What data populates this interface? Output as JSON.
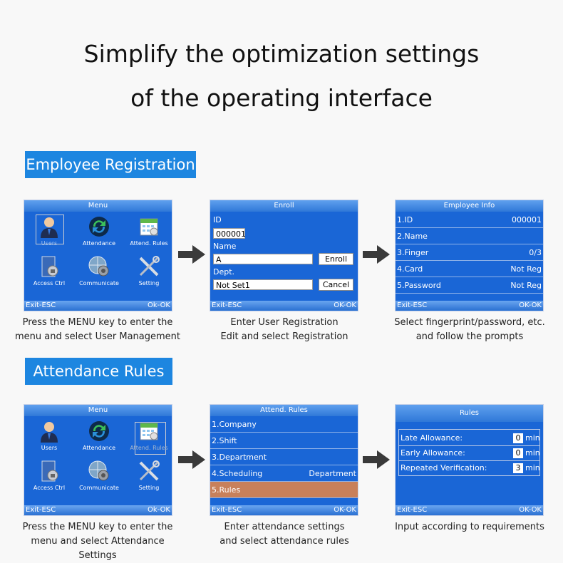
{
  "heading": {
    "line1": "Simplify the optimization settings",
    "line2": "of the operating interface"
  },
  "sections": {
    "registration": "Employee Registration",
    "attendance": "Attendance Rules"
  },
  "footer": {
    "exit": "Exit-ESC",
    "ok": "Ok-OK",
    "ok_alt": "OK-OK"
  },
  "menu": {
    "title": "Menu",
    "items": [
      "Users",
      "Attendance",
      "Attend. Rules",
      "Access Ctrl",
      "Communicate",
      "Setting"
    ]
  },
  "enroll": {
    "title": "Enroll",
    "id_label": "ID",
    "id_value": "000001",
    "name_label": "Name",
    "name_value": "A",
    "dept_label": "Dept.",
    "dept_value": "Not Set1",
    "enroll_btn": "Enroll",
    "cancel_btn": "Cancel"
  },
  "employee_info": {
    "title": "Employee Info",
    "rows": [
      {
        "label": "1.ID",
        "value": "000001"
      },
      {
        "label": "2.Name",
        "value": ""
      },
      {
        "label": "3.Finger",
        "value": "0/3"
      },
      {
        "label": "4.Card",
        "value": "Not Reg"
      },
      {
        "label": "5.Password",
        "value": "Not Reg"
      }
    ]
  },
  "attend_rules": {
    "title": "Attend. Rules",
    "rows": [
      {
        "label": "1.Company",
        "value": ""
      },
      {
        "label": "2.Shift",
        "value": ""
      },
      {
        "label": "3.Department",
        "value": ""
      },
      {
        "label": "4.Scheduling",
        "value": "Department"
      },
      {
        "label": "5.Rules",
        "value": ""
      }
    ]
  },
  "rules": {
    "title": "Rules",
    "rows": [
      {
        "label": "Late Allowance:",
        "value": "0",
        "unit": "min"
      },
      {
        "label": "Early Allowance:",
        "value": "0",
        "unit": "min"
      },
      {
        "label": "Repeated  Verification:",
        "value": "3",
        "unit": "min"
      }
    ]
  },
  "captions": {
    "c1a": "Press the MENU key to enter the",
    "c1b": "menu and select User Management",
    "c2a": "Enter User Registration",
    "c2b": "Edit and select Registration",
    "c3a": "Select fingerprint/password, etc.",
    "c3b": "and follow the prompts",
    "c4a": "Press the MENU key to enter the",
    "c4b": "menu and select Attendance Settings",
    "c5a": "Enter attendance settings",
    "c5b": "and select attendance rules",
    "c6a": "Input according to requirements"
  },
  "colors": {
    "accent": "#1d86e0",
    "screen": "#1a66d6",
    "highlight": "#c8805a"
  }
}
